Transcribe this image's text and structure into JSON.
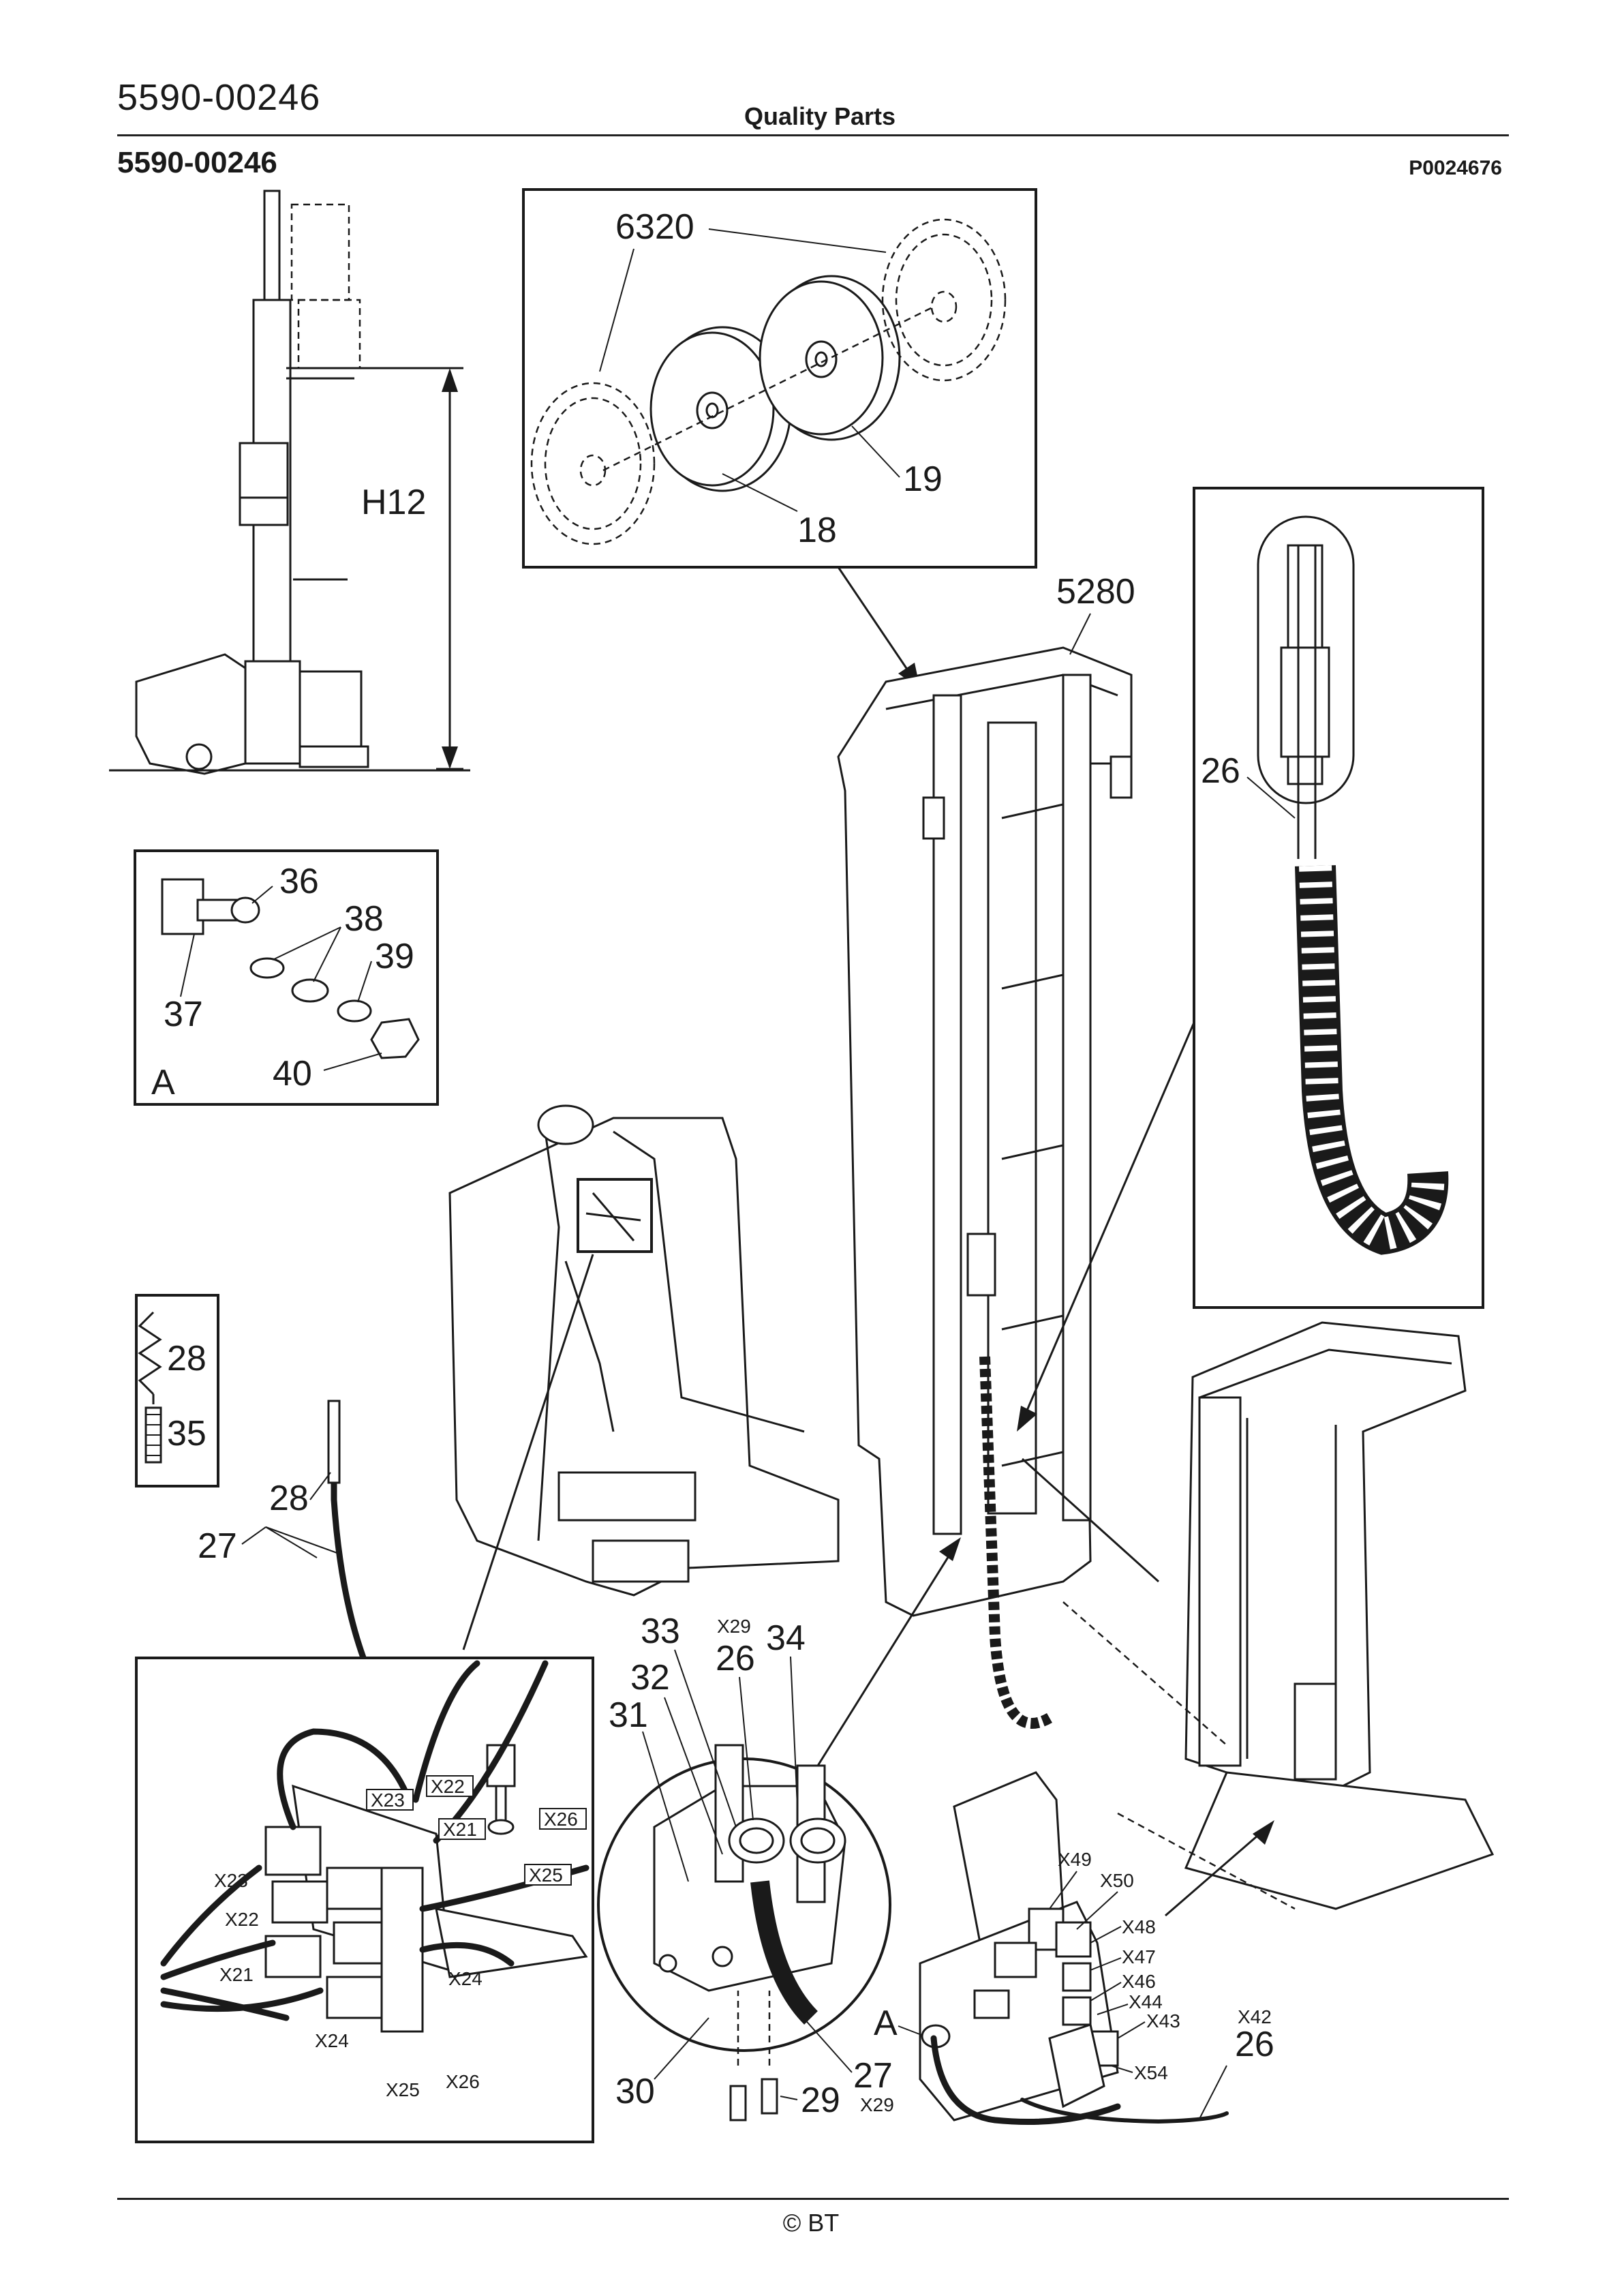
{
  "header": {
    "part_number": "5590-00246",
    "title": "Quality Parts",
    "section_number": "5590-00246",
    "figure_ref": "P0024676"
  },
  "footer": {
    "copyright": "© BT"
  },
  "dimension": {
    "label": "H12"
  },
  "details": {
    "pulleys": {
      "items": [
        "6320",
        "18",
        "19"
      ]
    },
    "bolt": {
      "view": "A",
      "items": [
        "36",
        "37",
        "38",
        "39",
        "40"
      ]
    },
    "spring": {
      "items": [
        "28",
        "35"
      ]
    },
    "chain": {
      "items": [
        "26"
      ]
    },
    "connector_block": {
      "connectors": [
        "X23",
        "X22",
        "X21",
        "X26",
        "X25",
        "X23",
        "X22",
        "X21",
        "X24",
        "X24",
        "X25",
        "X26"
      ]
    },
    "hose_clamp": {
      "items": [
        "33",
        "X29",
        "26",
        "34",
        "32",
        "31",
        "30",
        "29",
        "27",
        "X29"
      ]
    },
    "control_board": {
      "view": "A",
      "connectors": [
        "X49",
        "X50",
        "X48",
        "X47",
        "X46",
        "X44",
        "X43",
        "X54",
        "X42"
      ],
      "item": "26"
    }
  },
  "callouts": {
    "mast": "5280",
    "loose_27": "27",
    "loose_28": "28"
  }
}
